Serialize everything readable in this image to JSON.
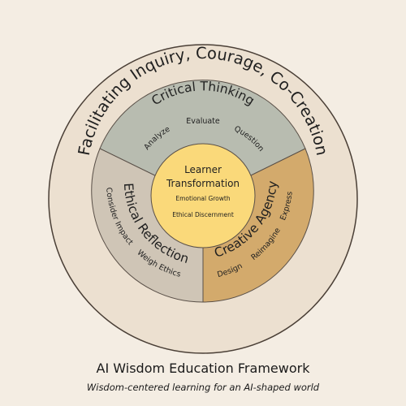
{
  "diagram": {
    "outer_ring": {
      "label": "Facilitating Inquiry, Courage, Co-Creation",
      "color": "#ece0d0",
      "stroke": "#4a3f36"
    },
    "segments": [
      {
        "id": "critical",
        "title": "Critical Thinking",
        "color": "#b8bcb0",
        "subs": [
          "Analyze",
          "Evaluate",
          "Question"
        ]
      },
      {
        "id": "creative",
        "title": "Creative Agency",
        "color": "#d3aa6c",
        "subs": [
          "Design",
          "Reimagine",
          "Express"
        ]
      },
      {
        "id": "ethical",
        "title": "Ethical Reflection",
        "color": "#cfc5b6",
        "subs": [
          "Consider Impact",
          "Weigh Ethics"
        ]
      }
    ],
    "core": {
      "title_line1": "Learner",
      "title_line2": "Transformation",
      "sub1": "Emotional Growth",
      "sub2": "Ethical Discernment",
      "color": "#fad97a"
    }
  },
  "caption": {
    "title": "AI Wisdom Education Framework",
    "subtitle": "Wisdom-centered learning for an AI-shaped world"
  }
}
